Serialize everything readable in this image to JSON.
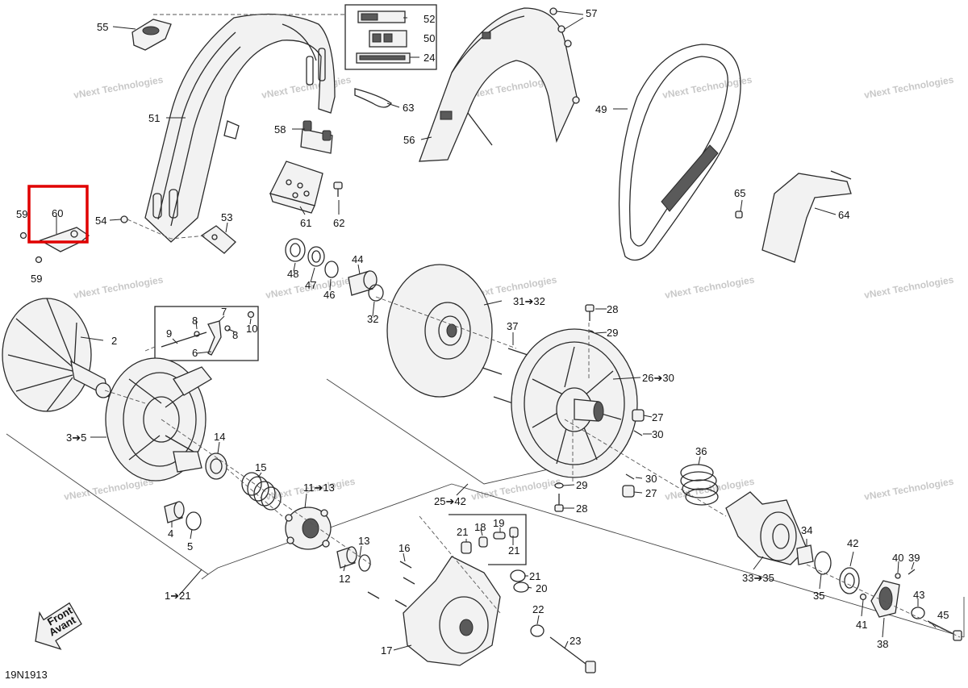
{
  "diagram_id": "19N1913",
  "front_label": {
    "line1": "Front",
    "line2": "Avant"
  },
  "watermark": "vNext Technologies",
  "highlight_color": "#e00000",
  "callouts": {
    "c55": "55",
    "c52": "52",
    "c50": "50",
    "c24": "24",
    "c51": "51",
    "c63": "63",
    "c58": "58",
    "c56": "56",
    "c57": "57",
    "c49": "49",
    "c61": "61",
    "c62": "62",
    "c65": "65",
    "c64": "64",
    "c59a": "59",
    "c60": "60",
    "c59b": "59",
    "c54": "54",
    "c53": "53",
    "c48": "48",
    "c47": "47",
    "c46": "46",
    "c44": "44",
    "c32": "32",
    "c31_32": "31➔32",
    "c28a": "28",
    "c29a": "29",
    "c2": "2",
    "c9": "9",
    "c8a": "8",
    "c7": "7",
    "c8b": "8",
    "c10": "10",
    "c6": "6",
    "c37": "37",
    "c26_30": "26➔30",
    "c27a": "27",
    "c30a": "30",
    "c3_5": "3➔5",
    "c14": "14",
    "c15": "15",
    "c11_13": "11➔13",
    "c36": "36",
    "c30b": "30",
    "c27b": "27",
    "c29b": "29",
    "c28b": "28",
    "c25_42": "25➔42",
    "c4": "4",
    "c5": "5",
    "c13": "13",
    "c12": "12",
    "c16": "16",
    "c21a": "21",
    "c18": "18",
    "c19": "19",
    "c21b": "21",
    "c21c": "21",
    "c20": "20",
    "c1_21": "1➔21",
    "c22": "22",
    "c23": "23",
    "c17": "17",
    "c34": "34",
    "c42": "42",
    "c40": "40",
    "c39": "39",
    "c33_35": "33➔35",
    "c35": "35",
    "c43": "43",
    "c41": "41",
    "c38": "38",
    "c45": "45"
  }
}
